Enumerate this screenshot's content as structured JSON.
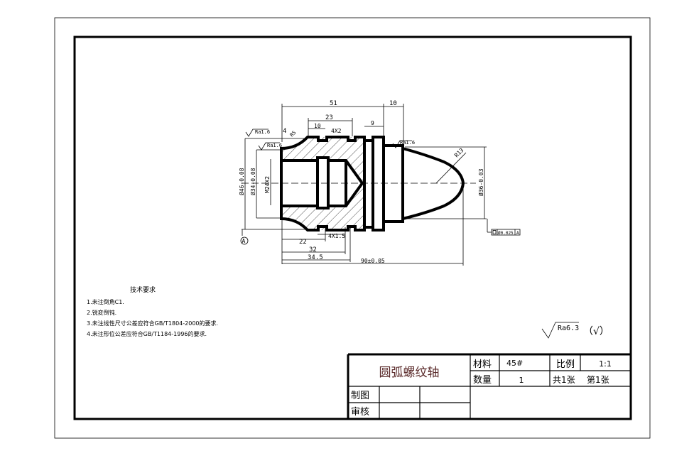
{
  "drawing": {
    "dimensions": {
      "d51": "51",
      "d10_top": "10",
      "d23": "23",
      "d10": "10",
      "groove_top": "4X2",
      "d9": "9",
      "d4": "4",
      "r_small": "R5",
      "ra_1": "Ra1.6",
      "ra_2": "Ra1.6",
      "ra_3": "Ra1.6",
      "dia46": "Ø46-0.08",
      "dia34": "Ø34-0.08",
      "thread": "M24X2",
      "dia36": "Ø36-0.03",
      "r13": "R13",
      "groove_bottom": "4X1.5",
      "d22": "22",
      "d32": "32",
      "d34_5": "34.5",
      "d90": "90±0.05",
      "datum": "A",
      "tolerance_value": "Ø0.025",
      "tolerance_datum": "A"
    },
    "tech_requirements": {
      "title": "技术要求",
      "items": [
        "1.未注倒角C1.",
        "2.锐変倒钝.",
        "3.未注线性尺寸公差应符合GB/T1804-2000的要求.",
        "4.未注形位公差应符合GB/T1184-1996的要求."
      ]
    },
    "surface_finish": {
      "value": "Ra6.3",
      "other": "（√）"
    },
    "title_block": {
      "part_name": "圆弧螺纹轴",
      "material_label": "材料",
      "material_value": "45#",
      "scale_label": "比例",
      "scale_value": "1:1",
      "quantity_label": "数量",
      "quantity_value": "1",
      "sheets": "共1张",
      "sheet_no": "第1张",
      "drawn_label": "制图",
      "checked_label": "审核"
    }
  }
}
